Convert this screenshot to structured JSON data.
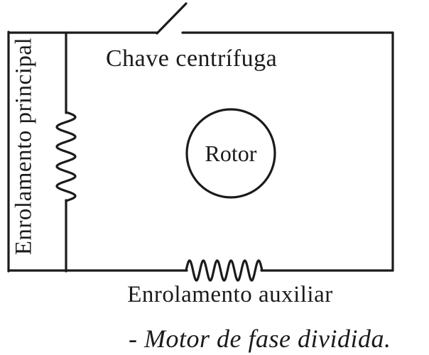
{
  "figure": {
    "colors": {
      "ink": "#1b1b1b",
      "paper": "#ffffff"
    },
    "labels": {
      "centrifugal_switch": "Chave centrífuga",
      "main_winding": "Enrolamento principal",
      "rotor": "Rotor",
      "auxiliary_winding": "Enrolamento auxiliar"
    },
    "caption": "- Motor de fase dividida."
  }
}
